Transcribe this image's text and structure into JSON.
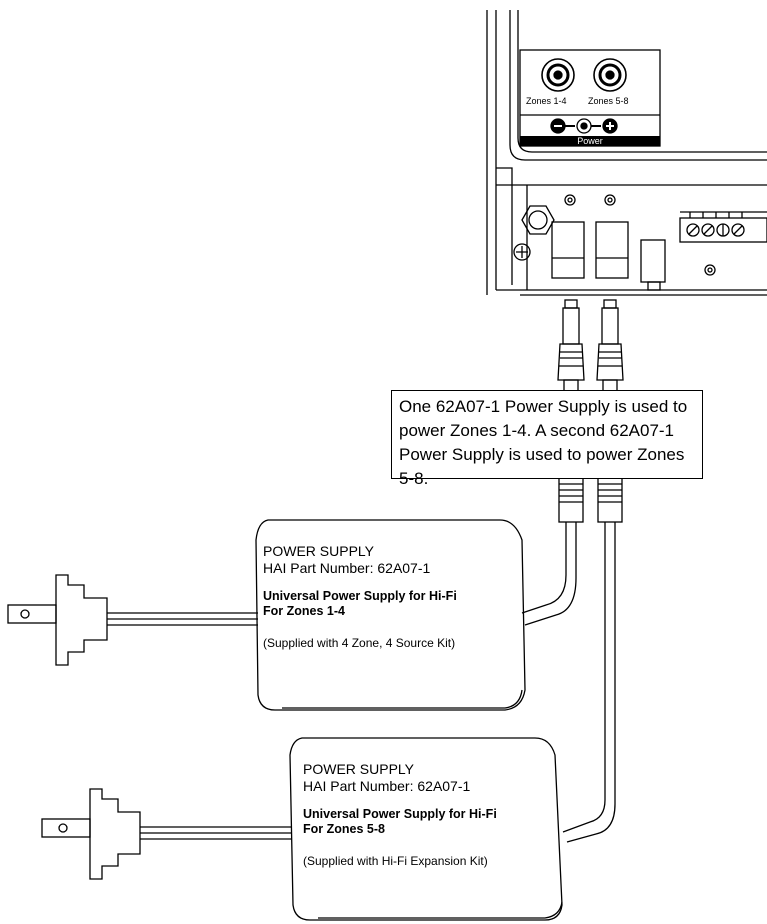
{
  "panel": {
    "zone_a_label": "Zones 1-4",
    "zone_b_label": "Zones 5-8",
    "power_label": "Power"
  },
  "note": {
    "text": "One 62A07-1 Power Supply is used to power Zones 1-4.  A second 62A07-1 Power Supply is used to power Zones 5-8."
  },
  "supplies": [
    {
      "title": "POWER SUPPLY",
      "part": "HAI Part Number: 62A07-1",
      "desc": "Universal Power Supply for Hi-Fi",
      "zones": "For Zones 1-4",
      "kit": "(Supplied with 4 Zone, 4 Source Kit)"
    },
    {
      "title": "POWER SUPPLY",
      "part": "HAI Part Number: 62A07-1",
      "desc": "Universal Power Supply for Hi-Fi",
      "zones": "For Zones 5-8",
      "kit": "(Supplied with Hi-Fi Expansion Kit)"
    }
  ]
}
